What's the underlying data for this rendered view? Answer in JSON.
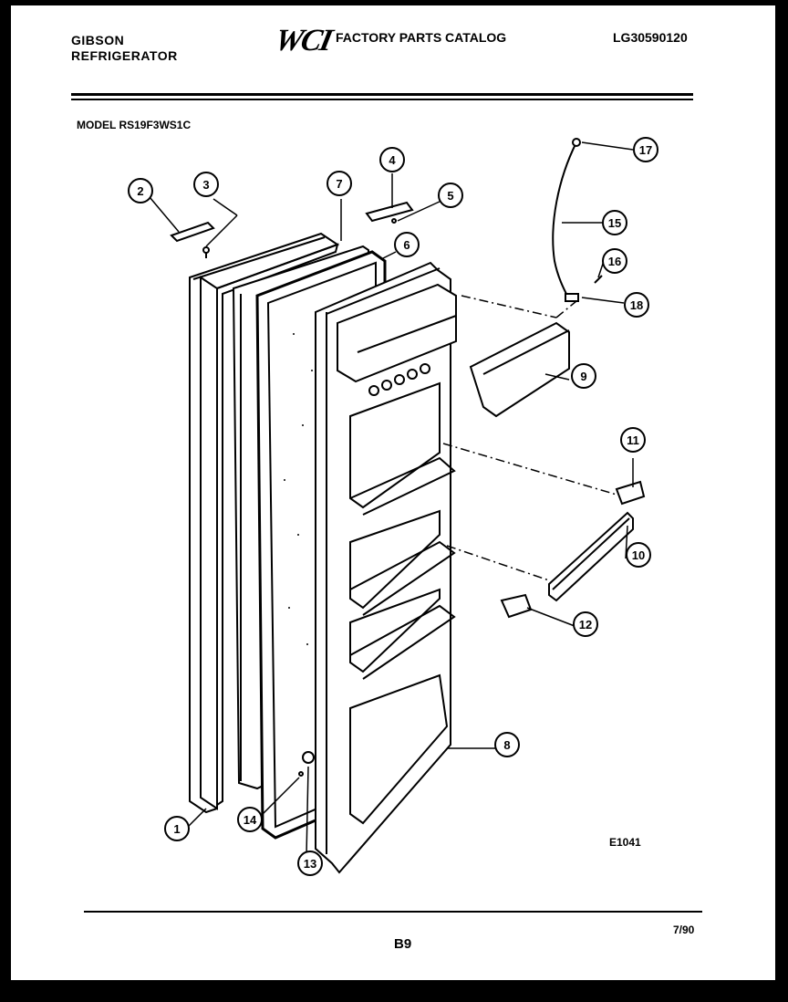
{
  "header": {
    "brand_line1": "GIBSON",
    "brand_line2": "REFRIGERATOR",
    "logo": "WCI",
    "catalog_title": "FACTORY PARTS CATALOG",
    "catalog_number": "LG30590120"
  },
  "model_label": "MODEL RS19F3WS1C",
  "drawing_code": "E1041",
  "footer": {
    "page": "B9",
    "date": "7/90"
  },
  "callouts": [
    "1",
    "2",
    "3",
    "4",
    "5",
    "6",
    "7",
    "8",
    "9",
    "10",
    "11",
    "12",
    "13",
    "14",
    "15",
    "16",
    "17",
    "18"
  ]
}
